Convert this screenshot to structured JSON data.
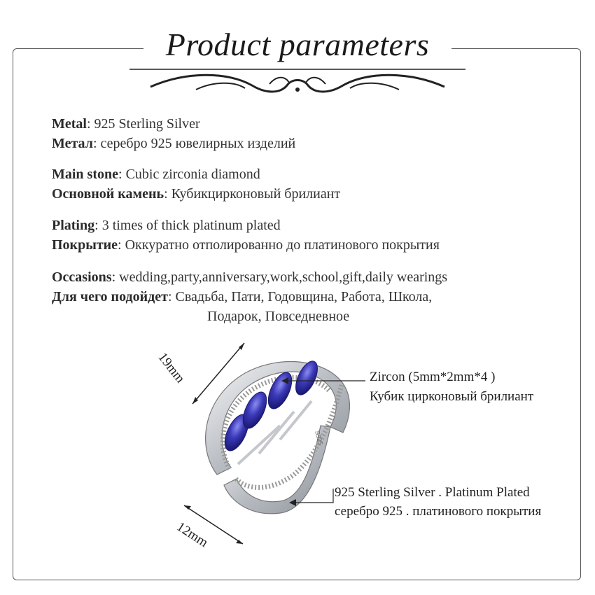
{
  "title": "Product parameters",
  "params": [
    {
      "label_en": "Metal",
      "sep_en": ": ",
      "value_en": "925 Sterling Silver",
      "label_ru": "Метал",
      "sep_ru": ": ",
      "value_ru": "серебро 925 ювелирных изделий"
    },
    {
      "label_en": "Main stone",
      "sep_en": ": ",
      "value_en": "Cubic zirconia diamond",
      "label_ru": "Основной камень",
      "sep_ru": ": ",
      "value_ru": "Кубикцирконовый брилиант"
    },
    {
      "label_en": "Plating",
      "sep_en": ":  ",
      "value_en": "3 times of thick platinum plated",
      "label_ru": "Покрытие",
      "sep_ru": ": ",
      "value_ru": "Оккуратно отполированно до платинового покрытия"
    },
    {
      "label_en": "Occasions",
      "sep_en": ": ",
      "value_en": "wedding,party,anniversary,work,school,gift,daily wearings",
      "label_ru": "Для чего подойдет",
      "sep_ru": ":  ",
      "value_ru": "Свадьба, Пати, Годовщина, Работа, Школа,"
    }
  ],
  "occasions_ru_line2": "Подарок, Повседневное",
  "ring": {
    "dim_top": "19mm",
    "dim_bottom": "12mm",
    "zircon_en": "Zircon",
    "zircon_size": "(5mm*2mm*4 )",
    "zircon_ru": "Кубик цирконовый брилиант",
    "silver_en": "925 Sterling Silver . Platinum Plated",
    "silver_ru": "серебро 925 . платинового покрытия",
    "stamp": "S925"
  },
  "colors": {
    "stone": "#3b39b8",
    "metal": "#cfd2d6",
    "frame": "#555555"
  }
}
